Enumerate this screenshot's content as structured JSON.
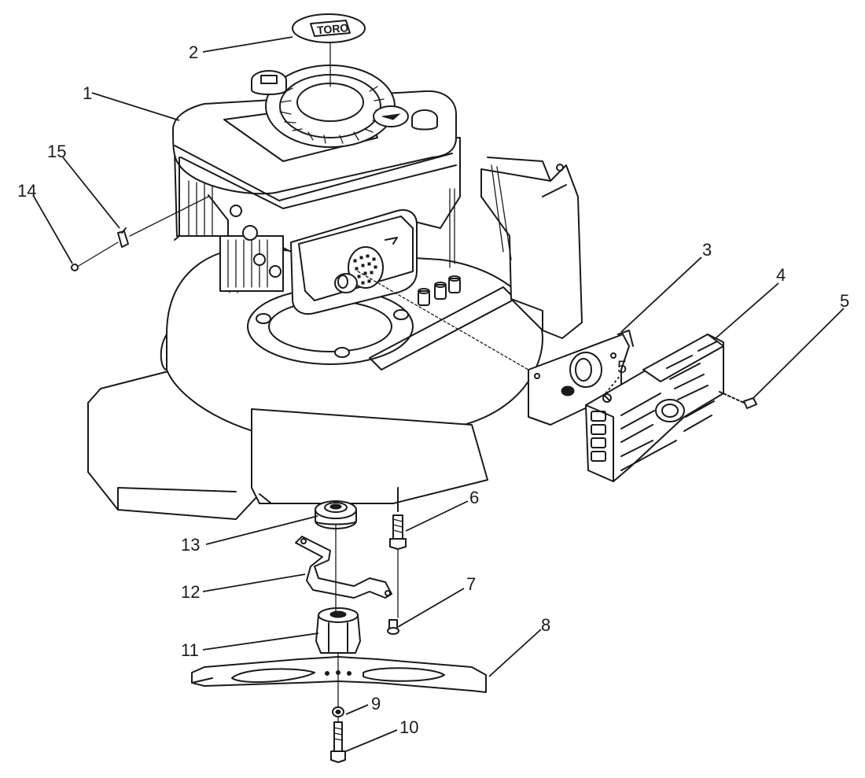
{
  "brand_label": "TORO",
  "callouts": [
    {
      "id": "c1",
      "label": "1"
    },
    {
      "id": "c2",
      "label": "2"
    },
    {
      "id": "c3",
      "label": "3"
    },
    {
      "id": "c4",
      "label": "4"
    },
    {
      "id": "c5a",
      "label": "5"
    },
    {
      "id": "c5b",
      "label": "5"
    },
    {
      "id": "c6",
      "label": "6"
    },
    {
      "id": "c7",
      "label": "7"
    },
    {
      "id": "c8",
      "label": "8"
    },
    {
      "id": "c9",
      "label": "9"
    },
    {
      "id": "c10",
      "label": "10"
    },
    {
      "id": "c11",
      "label": "11"
    },
    {
      "id": "c12",
      "label": "12"
    },
    {
      "id": "c13",
      "label": "13"
    },
    {
      "id": "c14",
      "label": "14"
    },
    {
      "id": "c15",
      "label": "15"
    }
  ]
}
